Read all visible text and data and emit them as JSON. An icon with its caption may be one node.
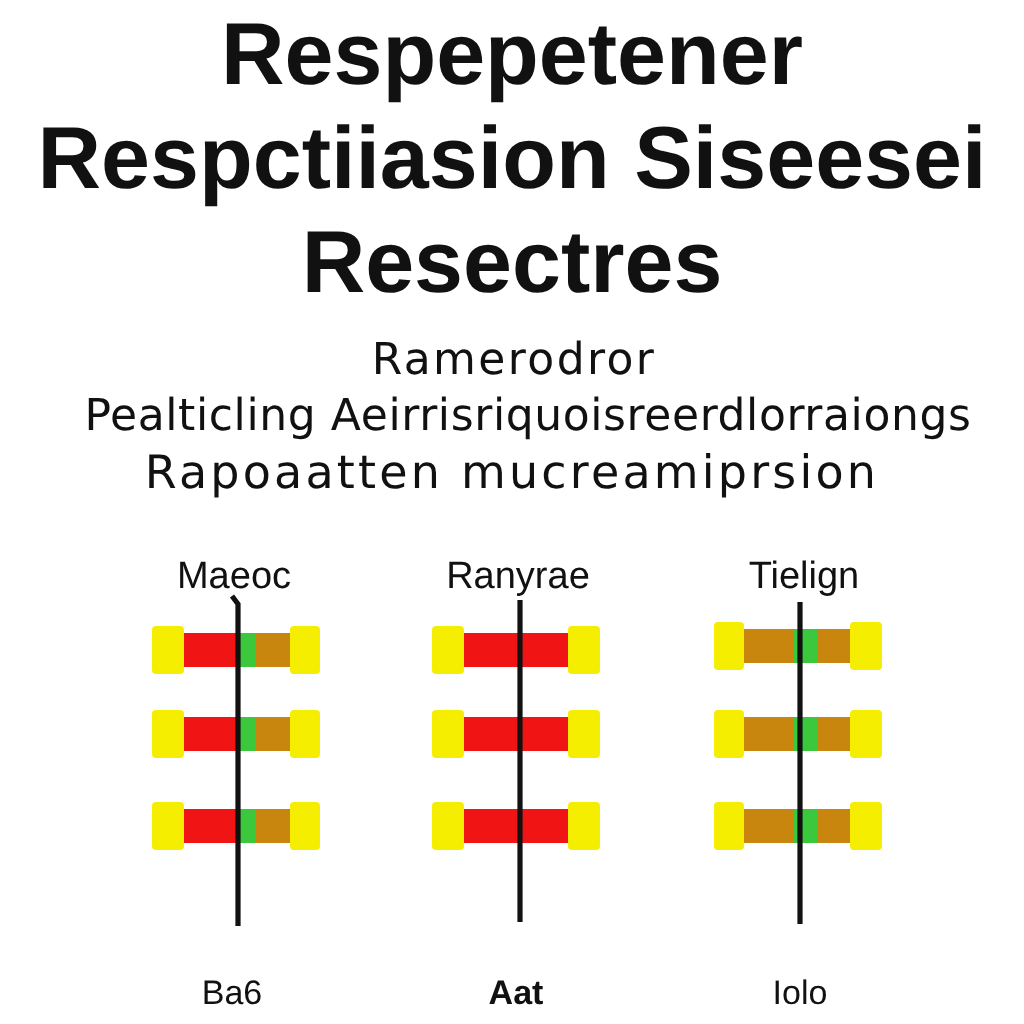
{
  "diagram": {
    "title": "Respepetener Respctiiasion Siseesei Resectres",
    "labels": [
      "Ramerodror",
      "Pealticling Aeirrisriquoisreerdlorraiongs",
      "Rapoaatten mucreamiprsion",
      "Maeoc",
      "Ranyrae",
      "Tielign",
      "Ba6",
      "Aat",
      "Iolo"
    ]
  }
}
